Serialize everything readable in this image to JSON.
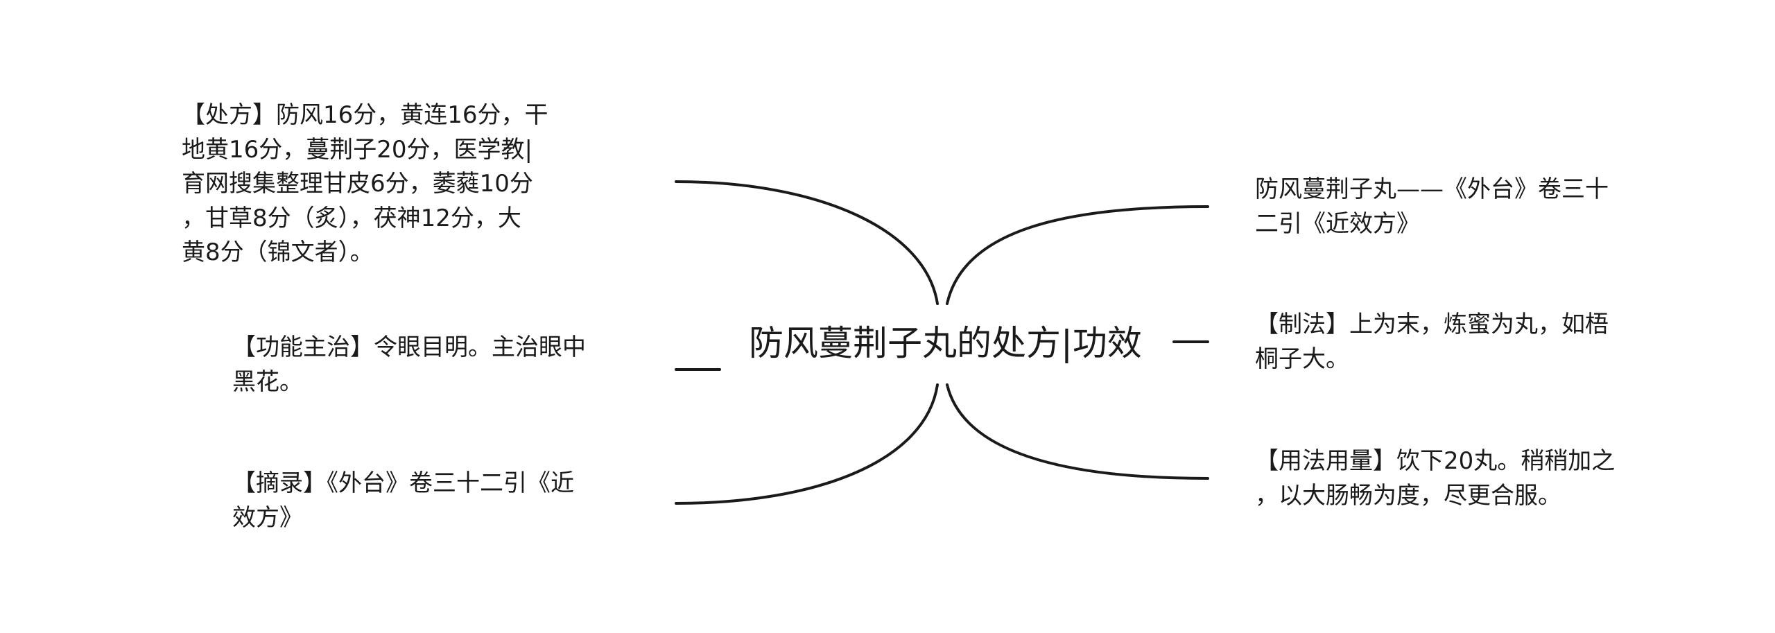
{
  "root": {
    "title": "防风蔓荆子丸的处方|功效"
  },
  "left_branches": [
    {
      "text": "【处方】防风16分，黄连16分，干\n地黄16分，蔓荆子20分，医学教|\n育网搜集整理甘皮6分，萎蕤10分\n，甘草8分（炙），茯神12分，大\n黄8分（锦文者）。"
    },
    {
      "text": "【功能主治】令眼目明。主治眼中\n黑花。"
    },
    {
      "text": "【摘录】《外台》卷三十二引《近\n效方》"
    }
  ],
  "right_branches": [
    {
      "text": "防风蔓荆子丸——《外台》卷三十\n二引《近效方》"
    },
    {
      "text": "【制法】上为末，炼蜜为丸，如梧\n桐子大。"
    },
    {
      "text": "【用法用量】饮下20丸。稍稍加之\n，以大肠畅为度，尽更合服。"
    }
  ],
  "colors": {
    "line": "#1a1a1a",
    "text": "#1a1a1a",
    "background": "#ffffff"
  }
}
